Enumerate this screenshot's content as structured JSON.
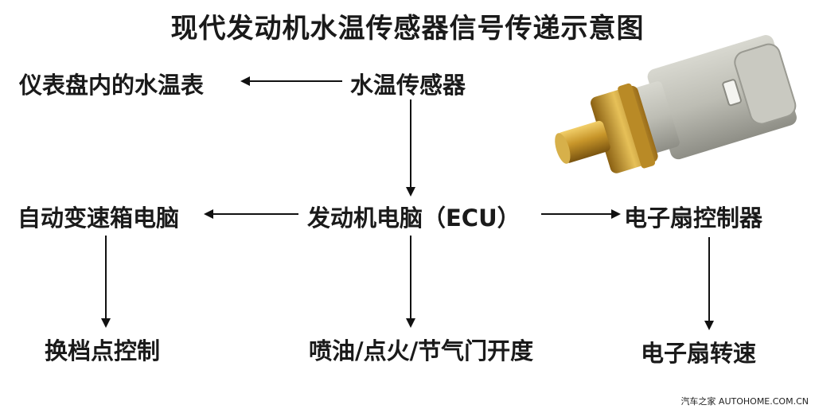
{
  "title": "现代发动机水温传感器信号传递示意图",
  "nodes": {
    "dashboard_gauge": "仪表盘内的水温表",
    "water_temp_sensor": "水温传感器",
    "transmission_ecu": "自动变速箱电脑",
    "engine_ecu": "发动机电脑（ECU）",
    "fan_controller": "电子扇控制器",
    "shift_control": "换档点控制",
    "injection_ignition": "喷油/点火/节气门开度",
    "fan_speed": "电子扇转速"
  },
  "watermark": "汽车之家 AUTOHOME.COM.CN",
  "colors": {
    "text": "#1a1a1a",
    "arrow": "#111111",
    "brass": "#c8962a",
    "housing": "#bdbdb4"
  }
}
